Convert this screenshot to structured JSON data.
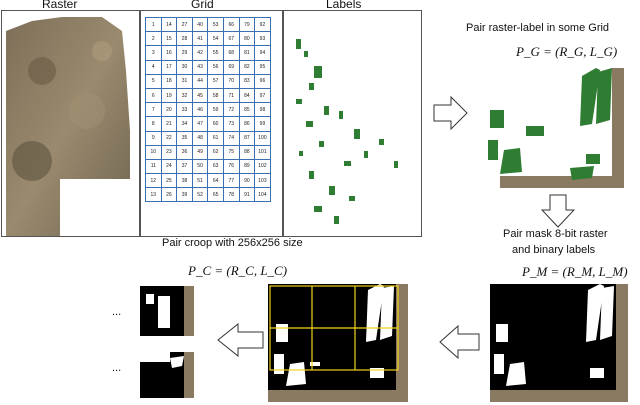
{
  "headers": {
    "raster": "Raster",
    "grid": "Grid",
    "labels": "Labels"
  },
  "steps": {
    "pair_grid_text": "Pair raster-label in some Grid",
    "pair_grid_formula": "P_G = (R_G, L_G)",
    "mask_line1": "Pair mask 8-bit raster",
    "mask_line2": "and binary labels",
    "mask_formula": "P_M = (R_M, L_M)",
    "crop_text": "Pair croop  with 256x256 size",
    "crop_formula": "P_C = (R_C, L_C)",
    "ellipsis_top": "...",
    "ellipsis_bottom": "..."
  },
  "grid_rows": [
    [
      "1",
      "14",
      "27",
      "40",
      "53",
      "66",
      "79",
      "92"
    ],
    [
      "2",
      "15",
      "28",
      "41",
      "54",
      "67",
      "80",
      "93"
    ],
    [
      "3",
      "16",
      "29",
      "42",
      "55",
      "68",
      "81",
      "94"
    ],
    [
      "4",
      "17",
      "30",
      "43",
      "56",
      "69",
      "82",
      "95"
    ],
    [
      "5",
      "18",
      "31",
      "44",
      "57",
      "70",
      "83",
      "96"
    ],
    [
      "6",
      "19",
      "32",
      "45",
      "58",
      "71",
      "84",
      "97"
    ],
    [
      "7",
      "20",
      "33",
      "46",
      "59",
      "72",
      "85",
      "98"
    ],
    [
      "8",
      "21",
      "34",
      "47",
      "60",
      "73",
      "86",
      "99"
    ],
    [
      "9",
      "22",
      "35",
      "48",
      "61",
      "74",
      "87",
      "100"
    ],
    [
      "10",
      "23",
      "36",
      "49",
      "62",
      "75",
      "88",
      "101"
    ],
    [
      "11",
      "24",
      "37",
      "50",
      "63",
      "76",
      "89",
      "102"
    ],
    [
      "12",
      "25",
      "38",
      "51",
      "64",
      "77",
      "90",
      "103"
    ],
    [
      "13",
      "26",
      "39",
      "52",
      "65",
      "78",
      "91",
      "104"
    ]
  ],
  "colors": {
    "label_green": "#2f7d32",
    "raster_brown": "#8a7a62",
    "grid_blue": "#3a6fb0",
    "crop_yellow": "#f2d21b"
  }
}
